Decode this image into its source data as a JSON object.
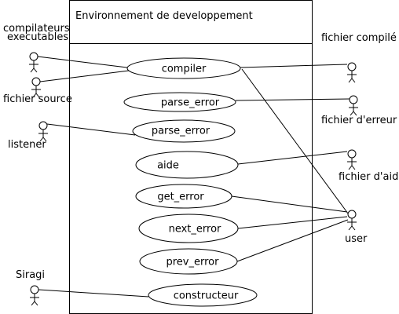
{
  "system": {
    "title": "Environnement de developpement"
  },
  "use_cases": [
    {
      "id": "compiler",
      "label": "compiler"
    },
    {
      "id": "parse1",
      "label": "parse_error"
    },
    {
      "id": "parse2",
      "label": "parse_error"
    },
    {
      "id": "aide",
      "label": "aide"
    },
    {
      "id": "get_error",
      "label": "get_error"
    },
    {
      "id": "next_error",
      "label": "next_error"
    },
    {
      "id": "prev_error",
      "label": "prev_error"
    },
    {
      "id": "constructeur",
      "label": "constructeur"
    }
  ],
  "actors": [
    {
      "id": "compilateurs",
      "label_line1": "compilateurs",
      "label_line2": "executables"
    },
    {
      "id": "fichier_source",
      "label_line1": "fichier source"
    },
    {
      "id": "listener",
      "label_line1": "listener"
    },
    {
      "id": "siragi",
      "label_line1": "Siragi"
    },
    {
      "id": "fichier_compile",
      "label_line1": "fichier compilé"
    },
    {
      "id": "fichier_erreur",
      "label_line1": "fichier d'erreur"
    },
    {
      "id": "fichier_aide",
      "label_line1": "fichier d'aide"
    },
    {
      "id": "user",
      "label_line1": "user"
    }
  ],
  "associations": [
    {
      "from": "compilateurs",
      "to": "compiler"
    },
    {
      "from": "fichier_source",
      "to": "compiler"
    },
    {
      "from": "compiler",
      "to": "fichier_compile"
    },
    {
      "from": "compiler",
      "to": "user"
    },
    {
      "from": "parse1",
      "to": "fichier_erreur"
    },
    {
      "from": "listener",
      "to": "parse2"
    },
    {
      "from": "aide",
      "to": "fichier_aide"
    },
    {
      "from": "get_error",
      "to": "user"
    },
    {
      "from": "next_error",
      "to": "user"
    },
    {
      "from": "prev_error",
      "to": "user"
    },
    {
      "from": "siragi",
      "to": "constructeur"
    }
  ]
}
